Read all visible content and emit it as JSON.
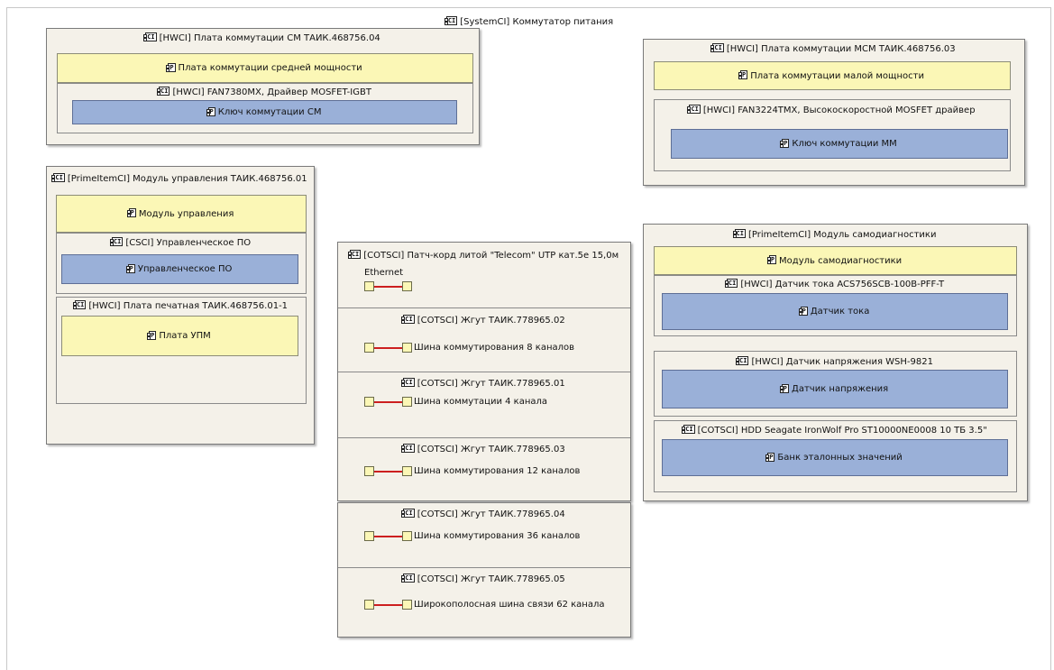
{
  "system": {
    "icon": "CI",
    "title": "[SystemCI] Коммутатор питания"
  },
  "sm_board": {
    "title": "[HWCI] Плата коммутации СМ ТАИК.468756.04",
    "part": "Плата коммутации средней мощности",
    "driver_title": "[HWCI] FAN7380MX, Драйвер MOSFET-IGBT",
    "driver_part": "Ключ коммутации СМ"
  },
  "mcm_board": {
    "title": "[HWCI] Плата коммутации МСМ ТАИК.468756.03",
    "part": "Плата коммутации малой мощности",
    "driver_title": "[HWCI] FAN3224TMX, Высокоскоростной MOSFET драйвер",
    "driver_part": "Ключ коммутации ММ"
  },
  "control_module": {
    "title": "[PrimeItemCI] Модуль управления ТАИК.468756.01",
    "part": "Модуль управления",
    "sw_title": "[CSCI] Управленческое ПО",
    "sw_part": "Управленческое ПО",
    "pcb_title": "[HWCI] Плата печатная ТАИК.468756.01-1",
    "pcb_part": "Плата УПМ"
  },
  "cables_group1": [
    {
      "title": "[COTSCI] Патч-корд литой \"Telecom\" UTP кат.5e 15,0м",
      "label": "Ethernet",
      "label_above": true
    },
    {
      "title": "[COTSCI] Жгут ТАИК.778965.02",
      "label": "Шина коммутирования 8 каналов",
      "label_above": false
    },
    {
      "title": "[COTSCI] Жгут ТАИК.778965.01",
      "label": "Шина коммутации 4 канала",
      "label_above": false
    },
    {
      "title": "[COTSCI] Жгут ТАИК.778965.03",
      "label": "Шина коммутирования 12 каналов",
      "label_above": false
    }
  ],
  "cables_group2": [
    {
      "title": "[COTSCI] Жгут ТАИК.778965.04",
      "label": "Шина коммутирования 36 каналов"
    },
    {
      "title": "[COTSCI] Жгут ТАИК.778965.05",
      "label": "Широкополосная шина связи 62 канала"
    }
  ],
  "diag_module": {
    "title": "[PrimeItemCI] Модуль самодиагностики",
    "part": "Модуль самодиагностики",
    "current_title": "[HWCI] Датчик тока ACS756SCB-100B-PFF-T",
    "current_part": "Датчик тока",
    "voltage_title": "[HWCI] Датчик напряжения WSH-9821",
    "voltage_part": "Датчик напряжения",
    "hdd_title": "[COTSCI] HDD Seagate IronWolf Pro ST10000NE0008 10 ТБ 3.5\"",
    "hdd_part": "Банк эталонных значений"
  },
  "icons": {
    "ci": "CI",
    "p": "P"
  },
  "colors": {
    "part_yellow": "#fbf7b6",
    "part_blue": "#9ab0d8",
    "box_bg": "#f4f1e9",
    "wire_red": "#cc1f1f"
  }
}
